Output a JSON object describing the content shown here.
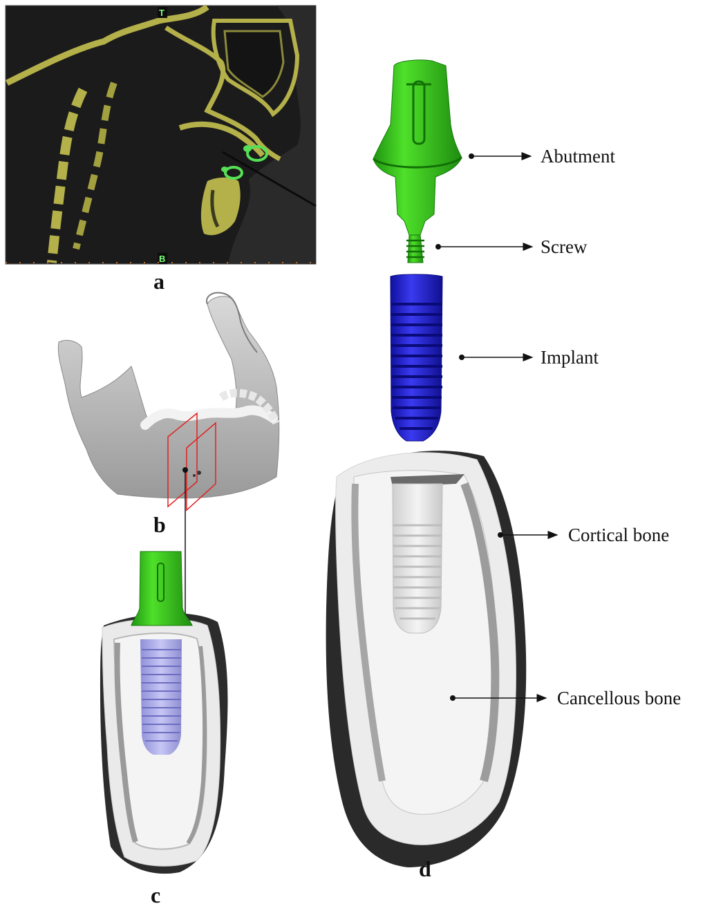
{
  "panels": {
    "a": "a",
    "b": "b",
    "c": "c",
    "d": "d"
  },
  "ct_scan": {
    "top_marker": "T",
    "bottom_marker": "B"
  },
  "component_labels": {
    "abutment": "Abutment",
    "screw": "Screw",
    "implant": "Implant",
    "cortical_bone": "Cortical bone",
    "cancellous_bone": "Cancellous bone"
  },
  "colors": {
    "abutment": "#2fbf1a",
    "implant": "#1f1fc8",
    "cortical_bone": "#eeeeee",
    "cancellous_bone": "#f0f0f0",
    "bone_shell": "#2c2c2c",
    "ct_background": "#1b1b1b",
    "ct_bone": "#b4b04a",
    "section_planes": "#e02020"
  }
}
